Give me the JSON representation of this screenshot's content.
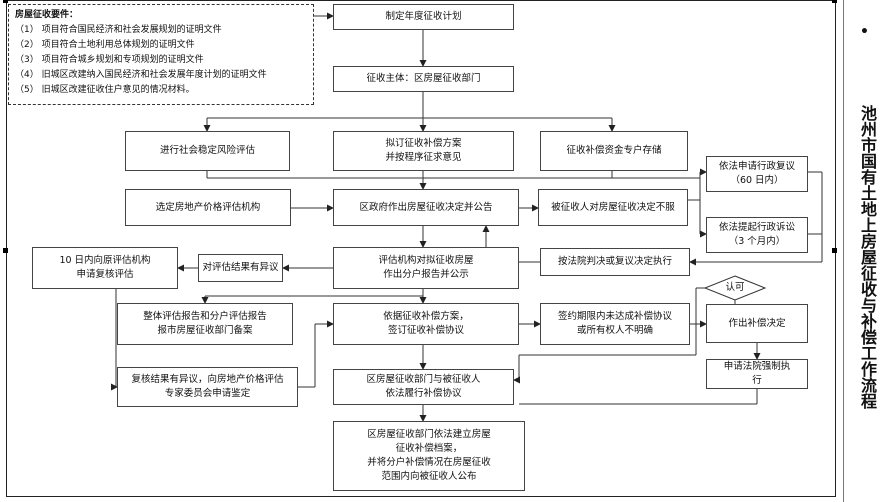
{
  "requirements": {
    "title": "房屋征收要件：",
    "items": [
      "（1）  项目符合国民经济和社会发展规划的证明文件",
      "（2）  项目符合土地利用总体规划的证明文件",
      "（3）  项目符合城乡规划和专项规划的证明文件",
      "（4）  旧城区改建纳入国民经济和社会发展年度计划的证明文件",
      "（5）  旧城区改建征收住户意见的情况材料。"
    ]
  },
  "boxes": {
    "plan": "制定年度征收计划",
    "subject": "征收主体：区房屋征收部门",
    "risk": "进行社会稳定风险评估",
    "draft": "拟订征收补偿方案\n并按程序征求意见",
    "fund": "征收补偿资金专户存储",
    "select_agency": "选定房地产价格评估机构",
    "decision": "区政府作出房屋征收决定并公告",
    "dissatisfied": "被征收人对房屋征收决定不服",
    "review": "依法申请行政复议\n（60 日内）",
    "lawsuit": "依法提起行政诉讼\n（3 个月内）",
    "reeval": "10 日内向原评估机构\n申请复核评估",
    "objection": "对评估结果有异议",
    "agency_report": "评估机构对拟征收房屋\n作出分户报告并公示",
    "court_exec": "按法院判决或复议决定执行",
    "overall_report": "整体评估报告和分户评估报告\n报市房屋征收部门备案",
    "sign": "依据征收补偿方案，\n签订征收补偿协议",
    "no_agreement": "签约期限内未达成补偿协议\n或所有权人不明确",
    "comp_decision": "作出补偿决定",
    "appraisal": "复核结果有异议，向房地产价格评估\n专家委员会申请鉴定",
    "perform": "区房屋征收部门与被征收人\n依法履行补偿协议",
    "enforce": "申请法院强制执\n行",
    "archive": "区房屋征收部门依法建立房屋\n征收补偿档案，\n并将分户补偿情况在房屋征收\n范围内向被征收人公布"
  },
  "decision_label": "认可",
  "side_title": "池州市国有土地上房屋征收与补偿工作流程"
}
